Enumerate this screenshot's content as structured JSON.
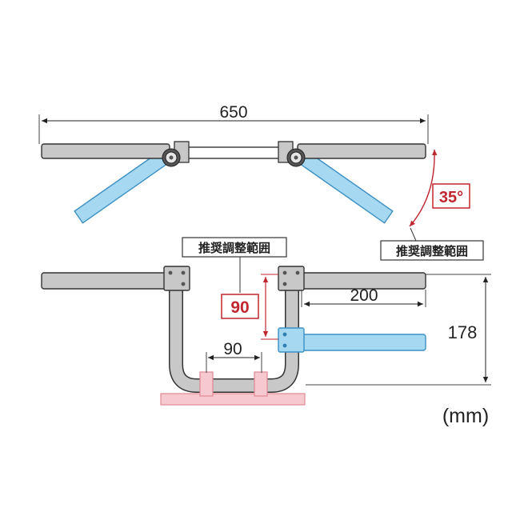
{
  "diagram": {
    "top_width_label": "650",
    "angle_label": "35°",
    "angle_range_label": "推奨調整範囲",
    "height_range_label": "推奨調整範囲",
    "height_range_value": "90",
    "grip_length_label": "200",
    "inner_width_label": "90",
    "height_label": "178",
    "unit_label": "(mm)"
  },
  "colors": {
    "bar_fill": "#c8c8c8",
    "bar_stroke": "#333333",
    "adjusted_fill": "#a6d8f2",
    "adjusted_stroke": "#3b8fc4",
    "mount_fill": "#f5c9cf",
    "mount_stroke": "#e08a96",
    "accent_red": "#c0262f"
  }
}
